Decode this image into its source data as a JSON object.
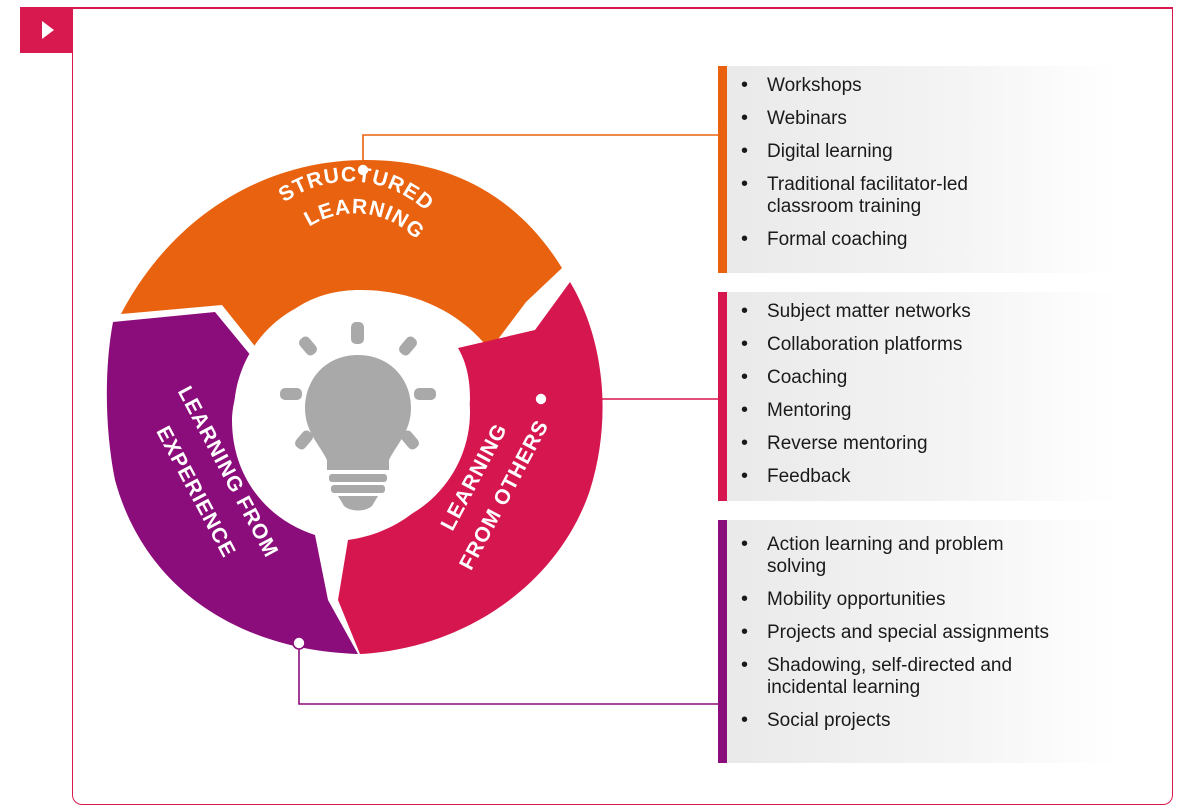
{
  "badge": {
    "icon": "play-icon",
    "color": "#d8194f"
  },
  "colors": {
    "structured": "#e8620f",
    "others": "#d6174f",
    "experience": "#8b0c7b",
    "bulb": "#a9a9a9",
    "frame": "#d8194f"
  },
  "segments": {
    "structured": {
      "line1": "STRUCTURED",
      "line2": "LEARNING"
    },
    "others": {
      "line1": "LEARNING",
      "line2": "FROM OTHERS"
    },
    "experience": {
      "line1": "LEARNING FROM",
      "line2": "EXPERIENCE"
    }
  },
  "center_icon": "lightbulb-icon",
  "panels": {
    "structured": {
      "items": [
        "Workshops",
        "Webinars",
        "Digital learning",
        "Traditional facilitator-led classroom training",
        "Formal coaching"
      ]
    },
    "others": {
      "items": [
        "Subject matter networks",
        "Collaboration platforms",
        "Coaching",
        "Mentoring",
        "Reverse mentoring",
        "Feedback"
      ]
    },
    "experience": {
      "items": [
        "Action learning and problem solving",
        "Mobility opportunities",
        "Projects and special assignments",
        "Shadowing, self-directed and incidental learning",
        "Social projects"
      ]
    }
  }
}
